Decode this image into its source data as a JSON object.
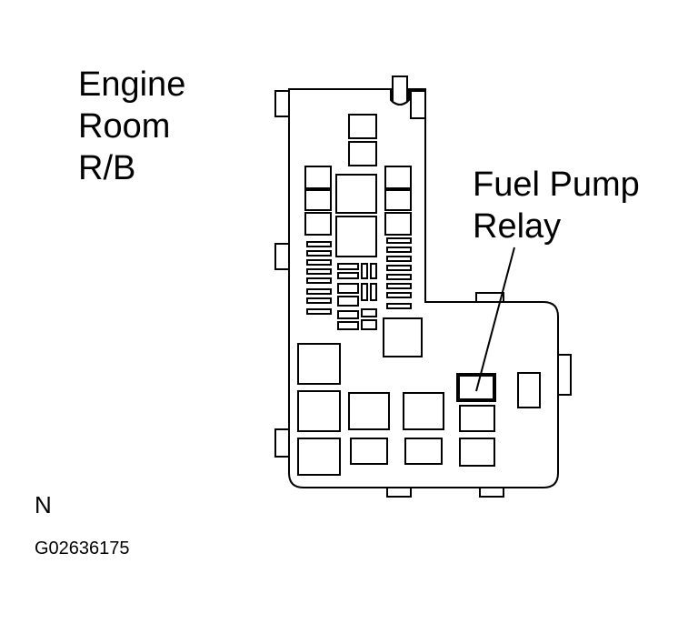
{
  "title_lines": [
    "Engine",
    "Room",
    "R/B"
  ],
  "callout_lines": [
    "Fuel Pump",
    "Relay"
  ],
  "code": "N",
  "figure_id": "G02636175"
}
